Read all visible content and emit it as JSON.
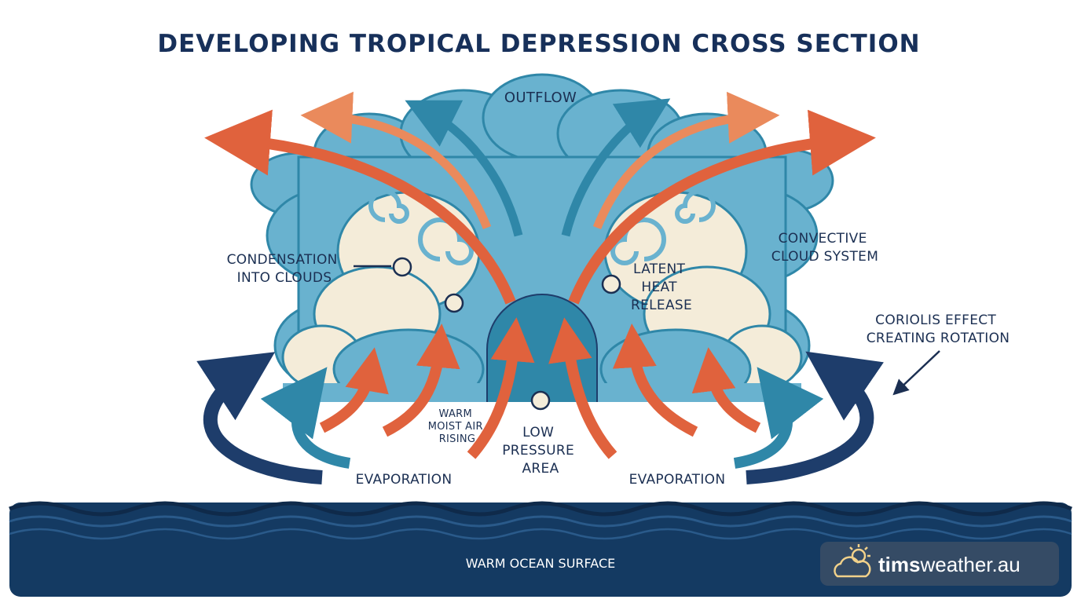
{
  "title": "DEVELOPING TROPICAL DEPRESSION CROSS SECTION",
  "labels": {
    "outflow": "OUTFLOW",
    "condensation": [
      "CONDENSATION",
      "INTO CLOUDS"
    ],
    "convective": [
      "CONVECTIVE",
      "CLOUD SYSTEM"
    ],
    "latent_heat": [
      "LATENT",
      "HEAT",
      "RELEASE"
    ],
    "coriolis": [
      "CORIOLIS EFFECT",
      "CREATING ROTATION"
    ],
    "warm_moist_air": [
      "WARM",
      "MOIST AIR",
      "RISING"
    ],
    "low_pressure": [
      "LOW",
      "PRESSURE",
      "AREA"
    ],
    "evaporation_left": "EVAPORATION",
    "evaporation_right": "EVAPORATION",
    "ocean": "WARM OCEAN SURFACE"
  },
  "logo": {
    "bold": "tims",
    "rest": "weather.au"
  },
  "colors": {
    "title": "#17305a",
    "cloud_blue": "#69b2cf",
    "cloud_cream": "#f4ecd9",
    "arrow_orange": "#e0623d",
    "arrow_light_orange": "#ea8a5c",
    "arrow_teal": "#2f87a8",
    "arrow_navy": "#1e3d6b",
    "ocean_navy": "#143a62"
  }
}
